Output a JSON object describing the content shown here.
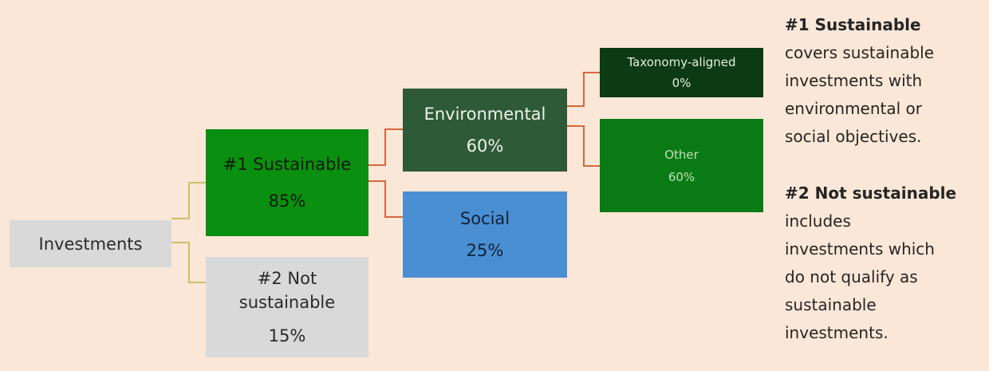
{
  "colors": {
    "background": "#fbe7d7",
    "investments": "#d9d9d9",
    "sustainable": "#0a8f10",
    "not_sustainable": "#d9d9d9",
    "environmental": "#2e5a37",
    "social": "#4a8fd2",
    "taxonomy_aligned": "#0c3a12",
    "other": "#0a7a14",
    "connector_root": "#cdbf6a",
    "connector_branch": "#d2683f"
  },
  "nodes": {
    "investments": {
      "label": "Investments"
    },
    "sustainable": {
      "label": "#1 Sustainable",
      "pct": "85%"
    },
    "not_sustainable": {
      "label_line1": "#2 Not",
      "label_line2": "sustainable",
      "pct": "15%"
    },
    "environmental": {
      "label": "Environmental",
      "pct": "60%"
    },
    "social": {
      "label": "Social",
      "pct": "25%"
    },
    "taxonomy_aligned": {
      "label": "Taxonomy-aligned",
      "pct": "0%"
    },
    "other": {
      "label": "Other",
      "pct": "60%"
    }
  },
  "legend": {
    "item1": {
      "title": "#1 Sustainable",
      "lines": [
        "covers sustainable",
        "investments with",
        "environmental or",
        "social objectives."
      ]
    },
    "item2": {
      "title": "#2 Not sustainable",
      "lines": [
        "includes",
        "investments which",
        "do not qualify as",
        "sustainable",
        "investments."
      ]
    }
  }
}
